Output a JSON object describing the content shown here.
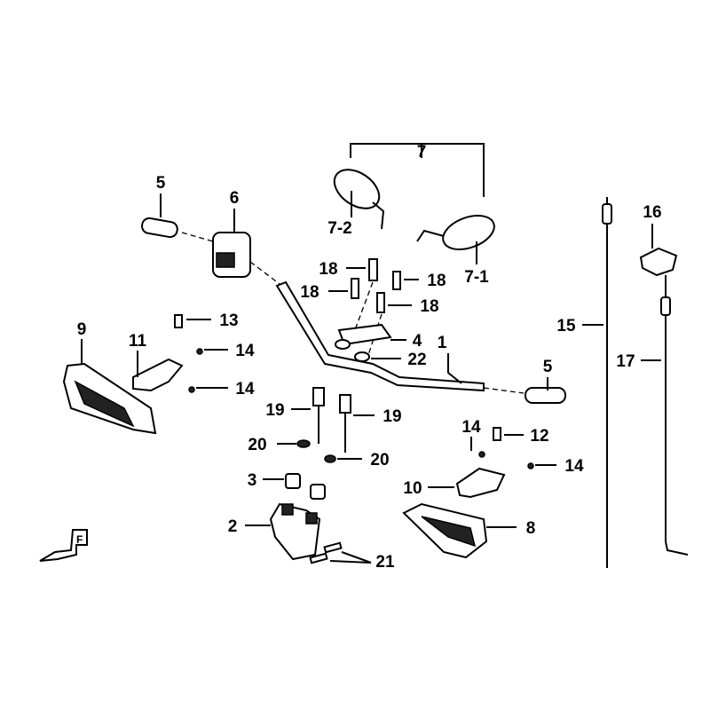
{
  "diagram": {
    "labels": {
      "mirror_set": "7",
      "grip_left": "5",
      "switch_left": "6",
      "mirror_left": "7-2",
      "mirror_right": "7-1",
      "lever_bracket": "16",
      "bolt_a": "18",
      "bolt_b": "18",
      "bolt_c": "18",
      "bolt_d": "18",
      "screw_13": "13",
      "cable_15": "15",
      "cover_left": "9",
      "bracket_left": "11",
      "holder_upper": "4",
      "handlebar": "1",
      "nut_14a": "14",
      "washer_22": "22",
      "cable_17": "17",
      "grip_right": "5",
      "nut_14b": "14",
      "bolt_19a": "19",
      "bolt_19b": "19",
      "nut_14c": "14",
      "screw_12": "12",
      "washer_20a": "20",
      "washer_20b": "20",
      "nut_14d": "14",
      "rubber_3": "3",
      "bracket_right": "10",
      "holder_lower": "2",
      "cover_right": "8",
      "bolt_21": "21"
    },
    "front_logo": "F"
  }
}
